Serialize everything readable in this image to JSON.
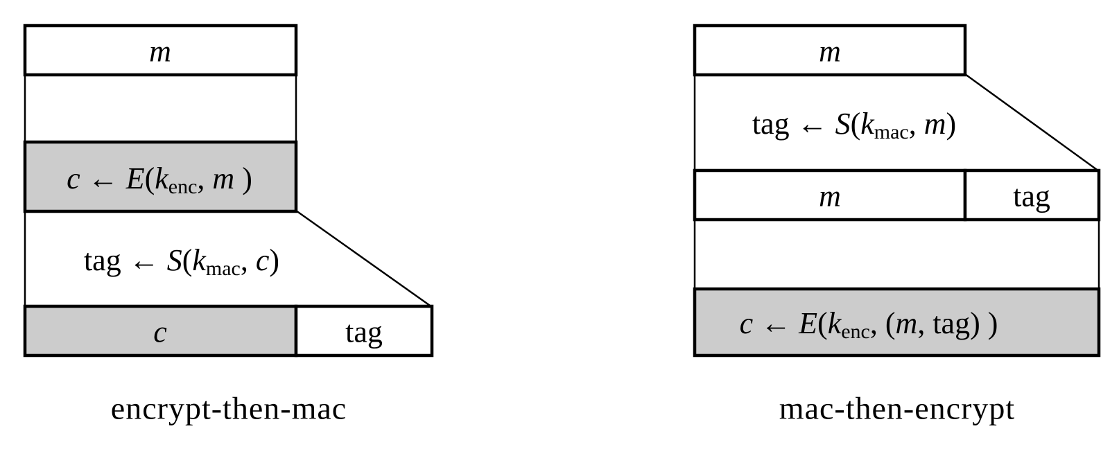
{
  "figure": {
    "colors": {
      "shaded": "#cccccc",
      "line": "#000000",
      "background": "#ffffff"
    },
    "left": {
      "caption": "encrypt-then-mac",
      "message_label": "m",
      "ciphertext_label": "c",
      "tag_label": "tag",
      "encrypt_formula": [
        {
          "t": "c",
          "it": true
        },
        {
          "t": " ← "
        },
        {
          "t": "E",
          "it": true
        },
        {
          "t": "("
        },
        {
          "t": "k",
          "it": true
        },
        {
          "t": "enc",
          "sub": true
        },
        {
          "t": ", "
        },
        {
          "t": "m",
          "it": true
        },
        {
          "t": " )"
        }
      ],
      "mac_formula": [
        {
          "t": "tag"
        },
        {
          "t": " ← "
        },
        {
          "t": "S",
          "it": true
        },
        {
          "t": "("
        },
        {
          "t": "k",
          "it": true
        },
        {
          "t": "mac",
          "sub": true
        },
        {
          "t": ", "
        },
        {
          "t": "c",
          "it": true
        },
        {
          "t": ")"
        }
      ]
    },
    "right": {
      "caption": "mac-then-encrypt",
      "message_label": "m",
      "row_message_label": "m",
      "tag_label": "tag",
      "mac_formula": [
        {
          "t": "tag"
        },
        {
          "t": " ← "
        },
        {
          "t": "S",
          "it": true
        },
        {
          "t": "("
        },
        {
          "t": "k",
          "it": true
        },
        {
          "t": "mac",
          "sub": true
        },
        {
          "t": ", "
        },
        {
          "t": "m",
          "it": true
        },
        {
          "t": ")"
        }
      ],
      "encrypt_formula": [
        {
          "t": "c",
          "it": true
        },
        {
          "t": " ← "
        },
        {
          "t": "E",
          "it": true
        },
        {
          "t": "("
        },
        {
          "t": "k",
          "it": true
        },
        {
          "t": "enc",
          "sub": true
        },
        {
          "t": ",  ("
        },
        {
          "t": "m",
          "it": true
        },
        {
          "t": ", tag) )"
        }
      ]
    }
  }
}
